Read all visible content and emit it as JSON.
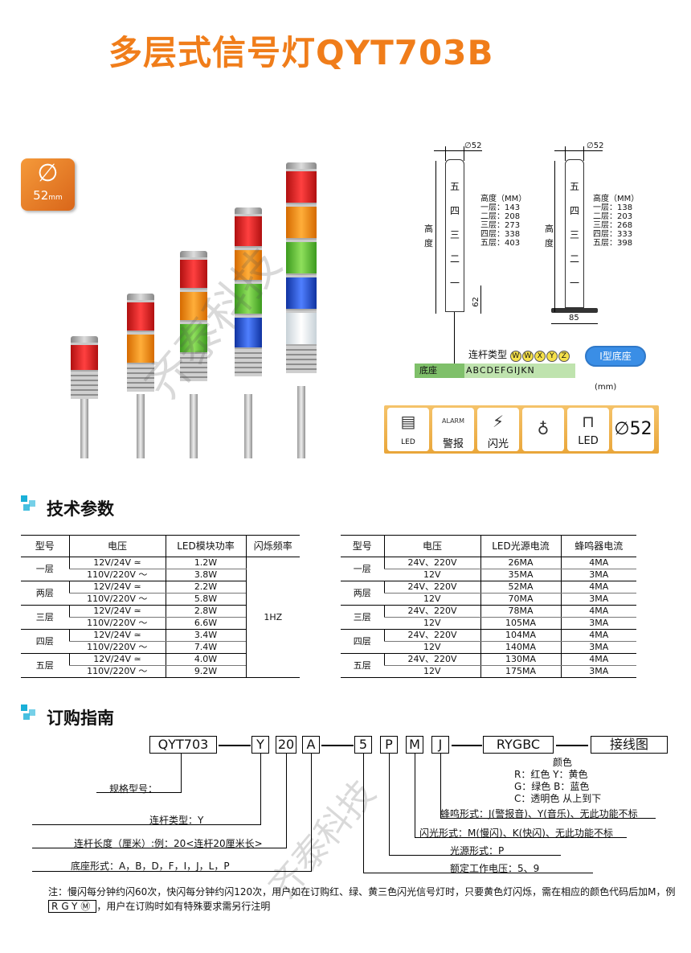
{
  "title": "多层式信号灯QYT703B",
  "badge": {
    "symbol": "∅",
    "value": "52",
    "unit": "mm"
  },
  "watermark": "齐泰科技",
  "diagram_left": {
    "diameter": "∅52",
    "levels": [
      "五",
      "四",
      "三",
      "二",
      "一"
    ],
    "height_label": [
      "高",
      "度"
    ],
    "heights_title": "高度（MM）",
    "heights": [
      "一层：143",
      "二层：208",
      "三层：273",
      "四层：338",
      "五层：403"
    ],
    "dim_62": "62",
    "rod_type_label": "连杆类型",
    "rod_types": [
      "W",
      "W",
      "X",
      "Y",
      "Z"
    ],
    "base_label": "底座",
    "base_codes": "ABCDEFGIJKN"
  },
  "diagram_right": {
    "diameter": "∅52",
    "levels": [
      "五",
      "四",
      "三",
      "二",
      "一"
    ],
    "height_label": [
      "高",
      "度"
    ],
    "heights_title": "高度（MM）",
    "heights": [
      "一层：138",
      "二层：203",
      "三层：268",
      "四层：333",
      "五层：398"
    ],
    "dim_85": "85",
    "ibase_label": "I型底座",
    "mm_label": "(mm)"
  },
  "features": [
    {
      "icon": "led-stack-icon",
      "label": "LED"
    },
    {
      "icon": "alarm-icon",
      "label": "警报",
      "iconText": "ALARM"
    },
    {
      "icon": "lightning-icon",
      "label": "闪光"
    },
    {
      "icon": "bulb-icon",
      "label": ""
    },
    {
      "icon": "led-icon",
      "label": "LED"
    },
    {
      "icon": "diameter-icon",
      "label": "∅52"
    }
  ],
  "tech": {
    "heading": "技术参数",
    "table1": {
      "headers": [
        "型号",
        "电压",
        "LED模块功率",
        "闪烁频率"
      ],
      "rows": [
        {
          "model": "一层",
          "v1": "12V/24V ≃",
          "p1": "1.2W",
          "v2": "110V/220V ～",
          "p2": "3.8W"
        },
        {
          "model": "两层",
          "v1": "12V/24V ≃",
          "p1": "2.2W",
          "v2": "110V/220V ～",
          "p2": "5.8W"
        },
        {
          "model": "三层",
          "v1": "12V/24V ≃",
          "p1": "2.8W",
          "v2": "110V/220V ～",
          "p2": "6.6W"
        },
        {
          "model": "四层",
          "v1": "12V/24V ≃",
          "p1": "3.4W",
          "v2": "110V/220V ～",
          "p2": "7.4W"
        },
        {
          "model": "五层",
          "v1": "12V/24V ≃",
          "p1": "4.0W",
          "v2": "110V/220V ～",
          "p2": "9.2W"
        }
      ],
      "freq": "1HZ"
    },
    "table2": {
      "headers": [
        "型号",
        "电压",
        "LED光源电流",
        "蜂鸣器电流"
      ],
      "rows": [
        {
          "model": "一层",
          "v1": "24V、220V",
          "c1": "26MA",
          "b1": "4MA",
          "v2": "12V",
          "c2": "35MA",
          "b2": "3MA"
        },
        {
          "model": "两层",
          "v1": "24V、220V",
          "c1": "52MA",
          "b1": "4MA",
          "v2": "12V",
          "c2": "70MA",
          "b2": "3MA"
        },
        {
          "model": "三层",
          "v1": "24V、220V",
          "c1": "78MA",
          "b1": "4MA",
          "v2": "12V",
          "c2": "105MA",
          "b2": "3MA"
        },
        {
          "model": "四层",
          "v1": "24V、220V",
          "c1": "104MA",
          "b1": "4MA",
          "v2": "12V",
          "c2": "140MA",
          "b2": "3MA"
        },
        {
          "model": "五层",
          "v1": "24V、220V",
          "c1": "130MA",
          "b1": "4MA",
          "v2": "12V",
          "c2": "175MA",
          "b2": "3MA"
        }
      ]
    }
  },
  "order": {
    "heading": "订购指南",
    "codes": [
      "QYT703",
      "Y",
      "20",
      "A",
      "5",
      "P",
      "M",
      "J",
      "RYGBC",
      "接线图"
    ],
    "color_legend": [
      "颜色",
      "R：红色   Y：黄色",
      "G：绿色   B：蓝色",
      "C：透明色 从上到下"
    ],
    "labels": {
      "spec": "规格型号：",
      "rod_type": "连杆类型：Y",
      "rod_length": "连杆长度（厘米）:例：20<连杆20厘米长>",
      "base": "底座形式：A，B，D，F，I，J，L，P",
      "buzzer": "蜂鸣形式：J(警报音)、Y(音乐)、无此功能不标",
      "flash": "闪光形式：M(慢闪)、K(快闪)、无此功能不标",
      "light": "光源形式：P",
      "voltage": "额定工作电压：5、9"
    },
    "note_1": "注：慢闪每分钟约闪60次，快闪每分钟约闪120次，用户如在订购红、绿、黄三色闪光信号灯时，只要黄色灯闪烁，需在相应的颜色代码后加M，例",
    "note_example": "RGYⓂ",
    "note_2": "，用户在订购时如有特殊要求需另行注明"
  }
}
